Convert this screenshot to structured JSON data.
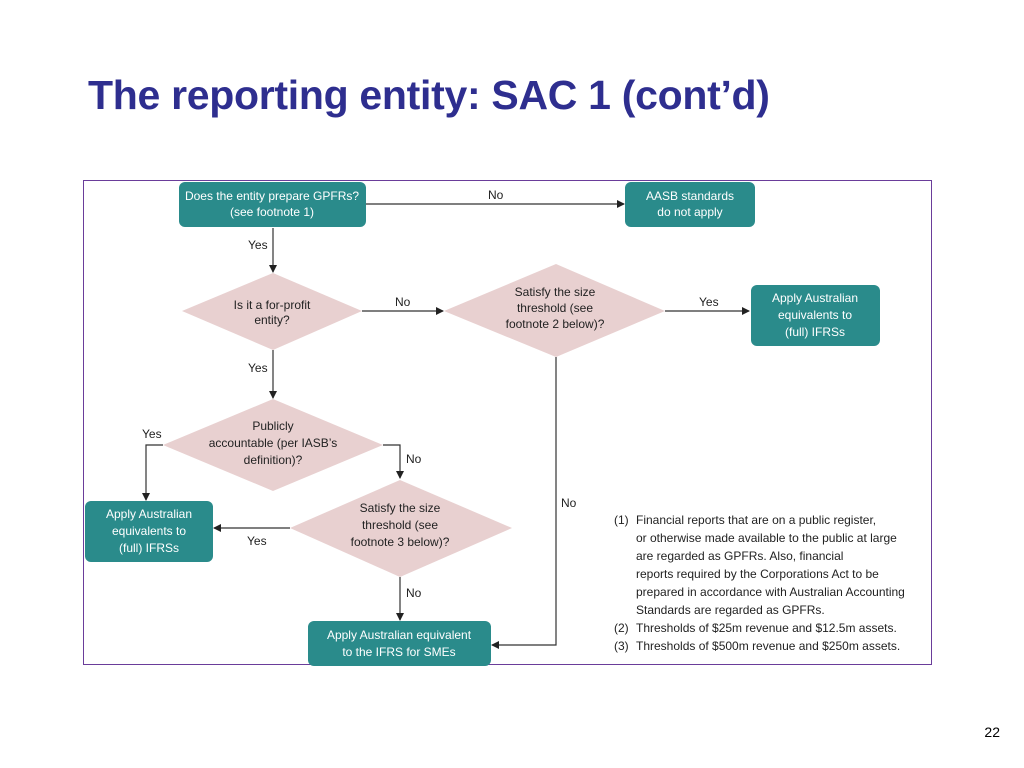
{
  "slide": {
    "title": "The reporting entity: SAC 1 (cont’d)",
    "page_number": "22"
  },
  "colors": {
    "title": "#2e2e8f",
    "box_fill": "#2a8b8b",
    "diamond_fill": "#e8d0d0",
    "frame_border": "#6a3d9a"
  },
  "flowchart": {
    "nodes": {
      "q_gpfr": {
        "line1": "Does the entity prepare GPFRs?",
        "line2": "(see footnote 1)"
      },
      "out_aasb": {
        "line1": "AASB standards",
        "line2": "do not apply"
      },
      "q_profit": {
        "line1": "Is it a for-profit",
        "line2": "entity?"
      },
      "q_size2": {
        "line1": "Satisfy the size",
        "line2": "threshold (see",
        "line3": "footnote 2 below)?"
      },
      "out_full_top": {
        "line1": "Apply Australian",
        "line2": "equivalents to",
        "line3": "(full) IFRSs"
      },
      "q_public": {
        "line1": "Publicly",
        "line2": "accountable (per IASB’s",
        "line3": "definition)?"
      },
      "q_size3": {
        "line1": "Satisfy the size",
        "line2": "threshold (see",
        "line3": "footnote 3 below)?"
      },
      "out_full_left": {
        "line1": "Apply Australian",
        "line2": "equivalents to",
        "line3": "(full) IFRSs"
      },
      "out_sme": {
        "line1": "Apply Australian equivalent",
        "line2": "to the IFRS for SMEs"
      }
    },
    "edge_labels": {
      "gpfr_no": "No",
      "gpfr_yes": "Yes",
      "profit_no": "No",
      "profit_yes": "Yes",
      "size2_yes": "Yes",
      "size2_no": "No",
      "public_yes": "Yes",
      "public_no": "No",
      "size3_yes": "Yes",
      "size3_no": "No"
    },
    "footnotes": {
      "fn1_marker": "(1)",
      "fn1_lines": [
        "Financial reports that are on a public register,",
        "or otherwise made available to the public at large",
        "are regarded as GPFRs.  Also, financial",
        "reports required by the Corporations Act to be",
        "prepared in accordance with Australian Accounting",
        "Standards are regarded as GPFRs."
      ],
      "fn2_marker": "(2)",
      "fn2_text": "Thresholds of $25m revenue and $12.5m assets.",
      "fn3_marker": "(3)",
      "fn3_text": "Thresholds of $500m revenue and $250m assets."
    }
  }
}
